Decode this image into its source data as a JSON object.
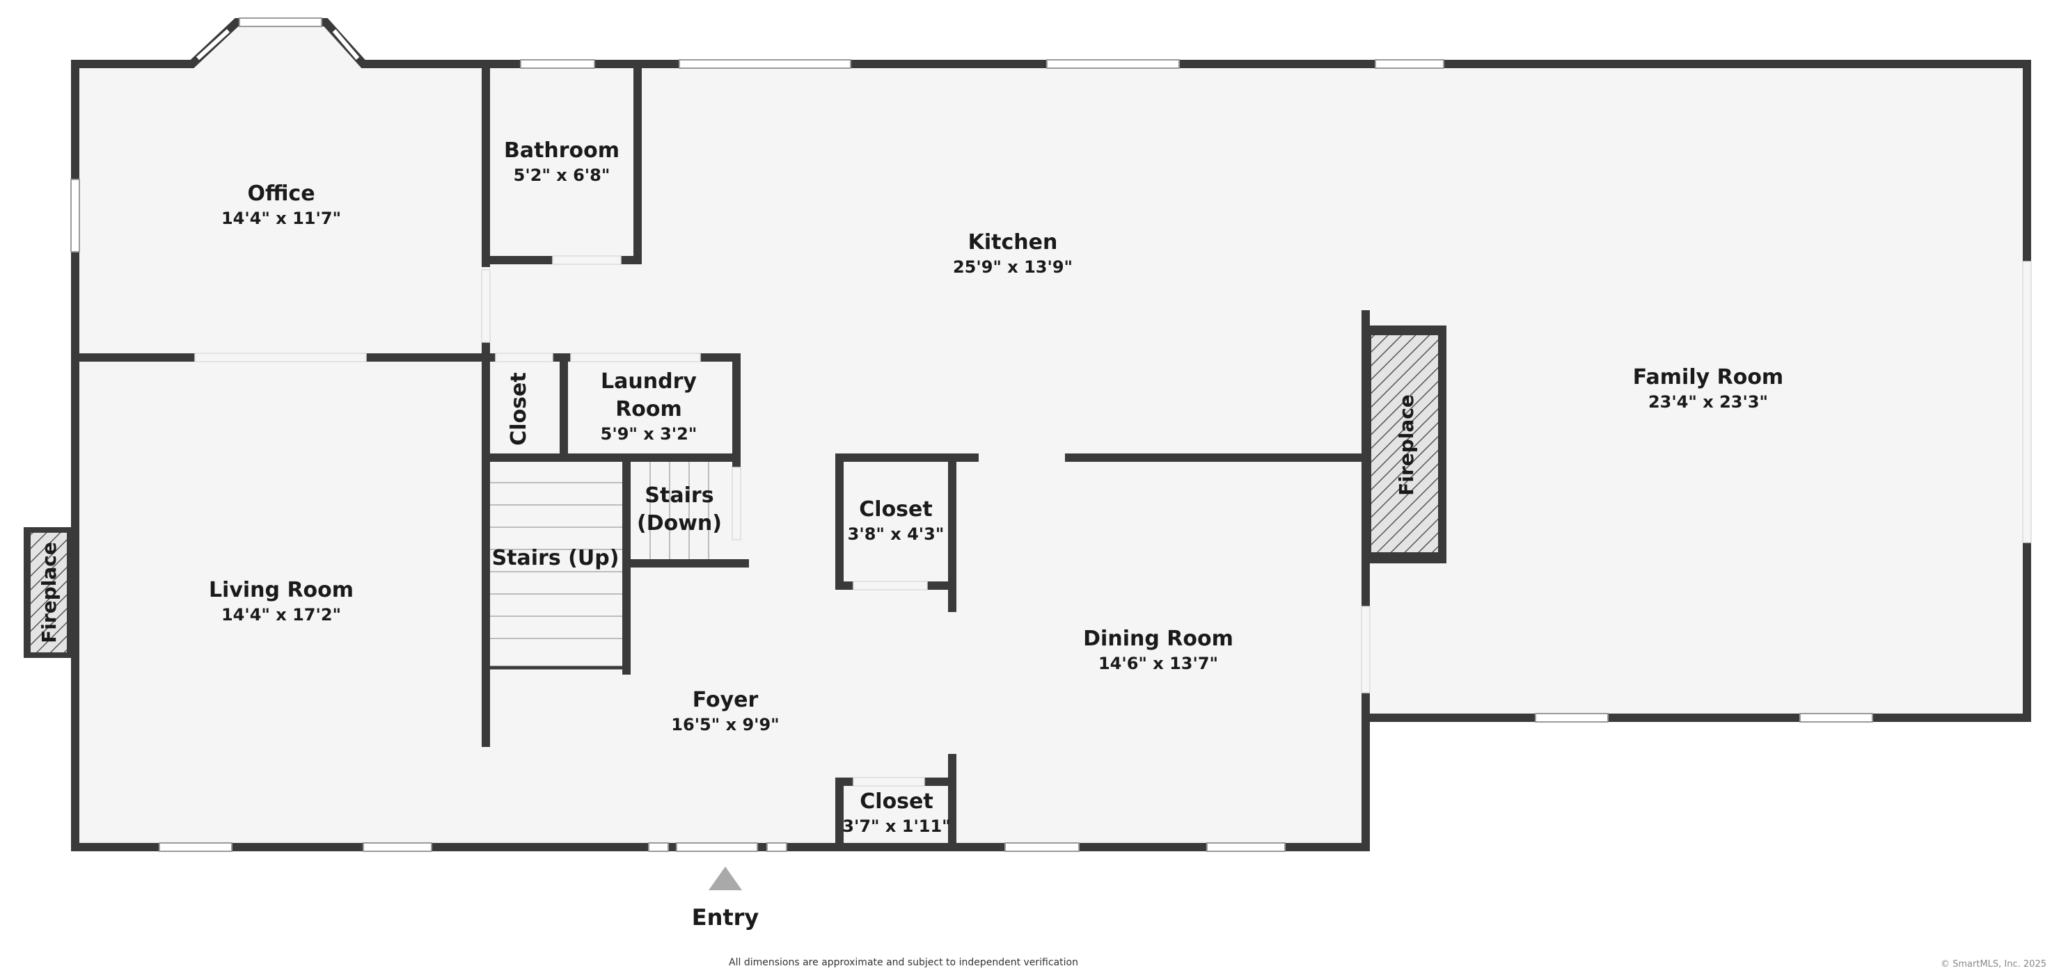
{
  "rooms": {
    "office": {
      "name": "Office",
      "dim": "14'4\" x 11'7\""
    },
    "bathroom": {
      "name": "Bathroom",
      "dim": "5'2\" x 6'8\""
    },
    "kitchen": {
      "name": "Kitchen",
      "dim": "25'9\" x 13'9\""
    },
    "family_room": {
      "name": "Family Room",
      "dim": "23'4\" x 23'3\""
    },
    "closet_small": {
      "name": "Closet"
    },
    "laundry": {
      "name_line1": "Laundry",
      "name_line2": "Room",
      "dim": "5'9\" x 3'2\""
    },
    "stairs_down": {
      "name_line1": "Stairs",
      "name_line2": "(Down)"
    },
    "stairs_up": {
      "name": "Stairs (Up)"
    },
    "closet_center": {
      "name": "Closet",
      "dim": "3'8\" x 4'3\""
    },
    "living_room": {
      "name": "Living Room",
      "dim": "14'4\" x 17'2\""
    },
    "dining_room": {
      "name": "Dining Room",
      "dim": "14'6\" x 13'7\""
    },
    "foyer": {
      "name": "Foyer",
      "dim": "16'5\" x 9'9\""
    },
    "closet_entry": {
      "name": "Closet",
      "dim": "3'7\" x 1'11\""
    },
    "fireplace_left": {
      "name": "Fireplace"
    },
    "fireplace_right": {
      "name": "Fireplace"
    }
  },
  "entry": {
    "label": "Entry"
  },
  "footer": {
    "disclaimer": "All dimensions are approximate and subject to independent verification",
    "copyright": "© SmartMLS, Inc. 2025"
  },
  "colors": {
    "wall": "#3a3a3a",
    "floor": "#f5f5f5",
    "background": "#ffffff",
    "entry_marker": "#a9a9a9"
  }
}
